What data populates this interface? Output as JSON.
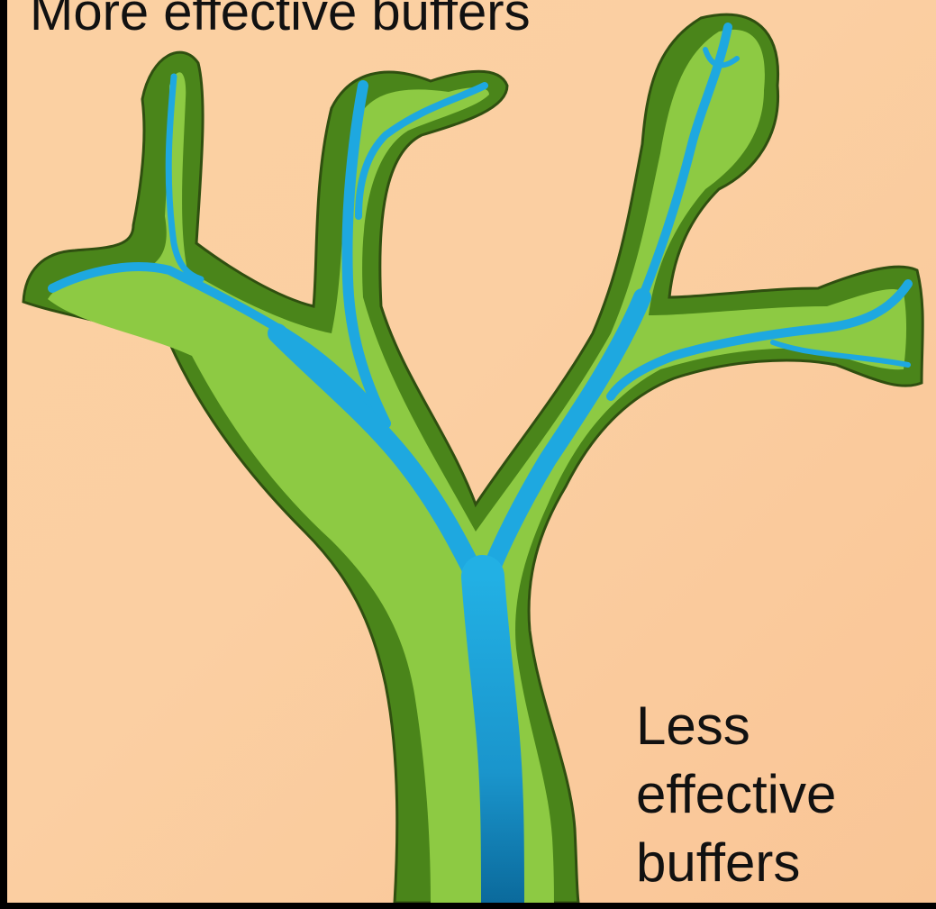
{
  "labels": {
    "top": "More effective buffers",
    "bottom_lines": [
      "Less",
      "effective",
      "buffers"
    ]
  },
  "colors": {
    "background": "#fbcfa2",
    "buffer_outer": "#4e8a1c",
    "buffer_inner": "#8fcb44",
    "stream": "#1aa3d9",
    "stream_deep": "#0a6fa0"
  }
}
